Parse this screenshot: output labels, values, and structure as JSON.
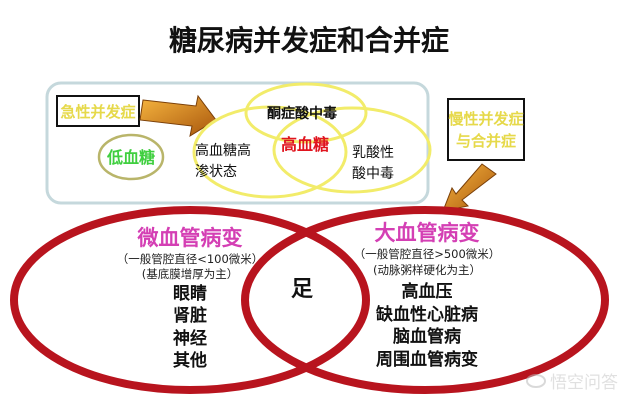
{
  "title": "糖尿病并发症和合并症",
  "acute": {
    "label": "急性并发症",
    "ketoacidosis": "酮症酸中毒",
    "hyperglycemia": "高血糖",
    "hyperosmolar_line1": "高血糖高",
    "hyperosmolar_line2": "渗状态",
    "lactic_line1": "乳酸性",
    "lactic_line2": "酸中毒",
    "hypoglycemia": "低血糖"
  },
  "chronic": {
    "label_line1": "慢性并发症",
    "label_line2": "与合并症"
  },
  "micro": {
    "title": "微血管病变",
    "note1": "（一般管腔直径<100微米）",
    "note2": "(基底膜增厚为主）",
    "items": [
      "眼睛",
      "肾脏",
      "神经",
      "其他"
    ]
  },
  "overlap": "足",
  "macro": {
    "title": "大血管病变",
    "note1": "（一般管腔直径>500微米）",
    "note2": "(动脉粥样硬化为主）",
    "items": [
      "高血压",
      "缺血性心脏病",
      "脑血管病",
      "周围血管病变"
    ]
  },
  "watermark": "悟空问答",
  "colors": {
    "red": "#b8141e",
    "yellow": "#f2ec6a",
    "magenta": "#d43fb4",
    "green": "#3fcf3f"
  }
}
